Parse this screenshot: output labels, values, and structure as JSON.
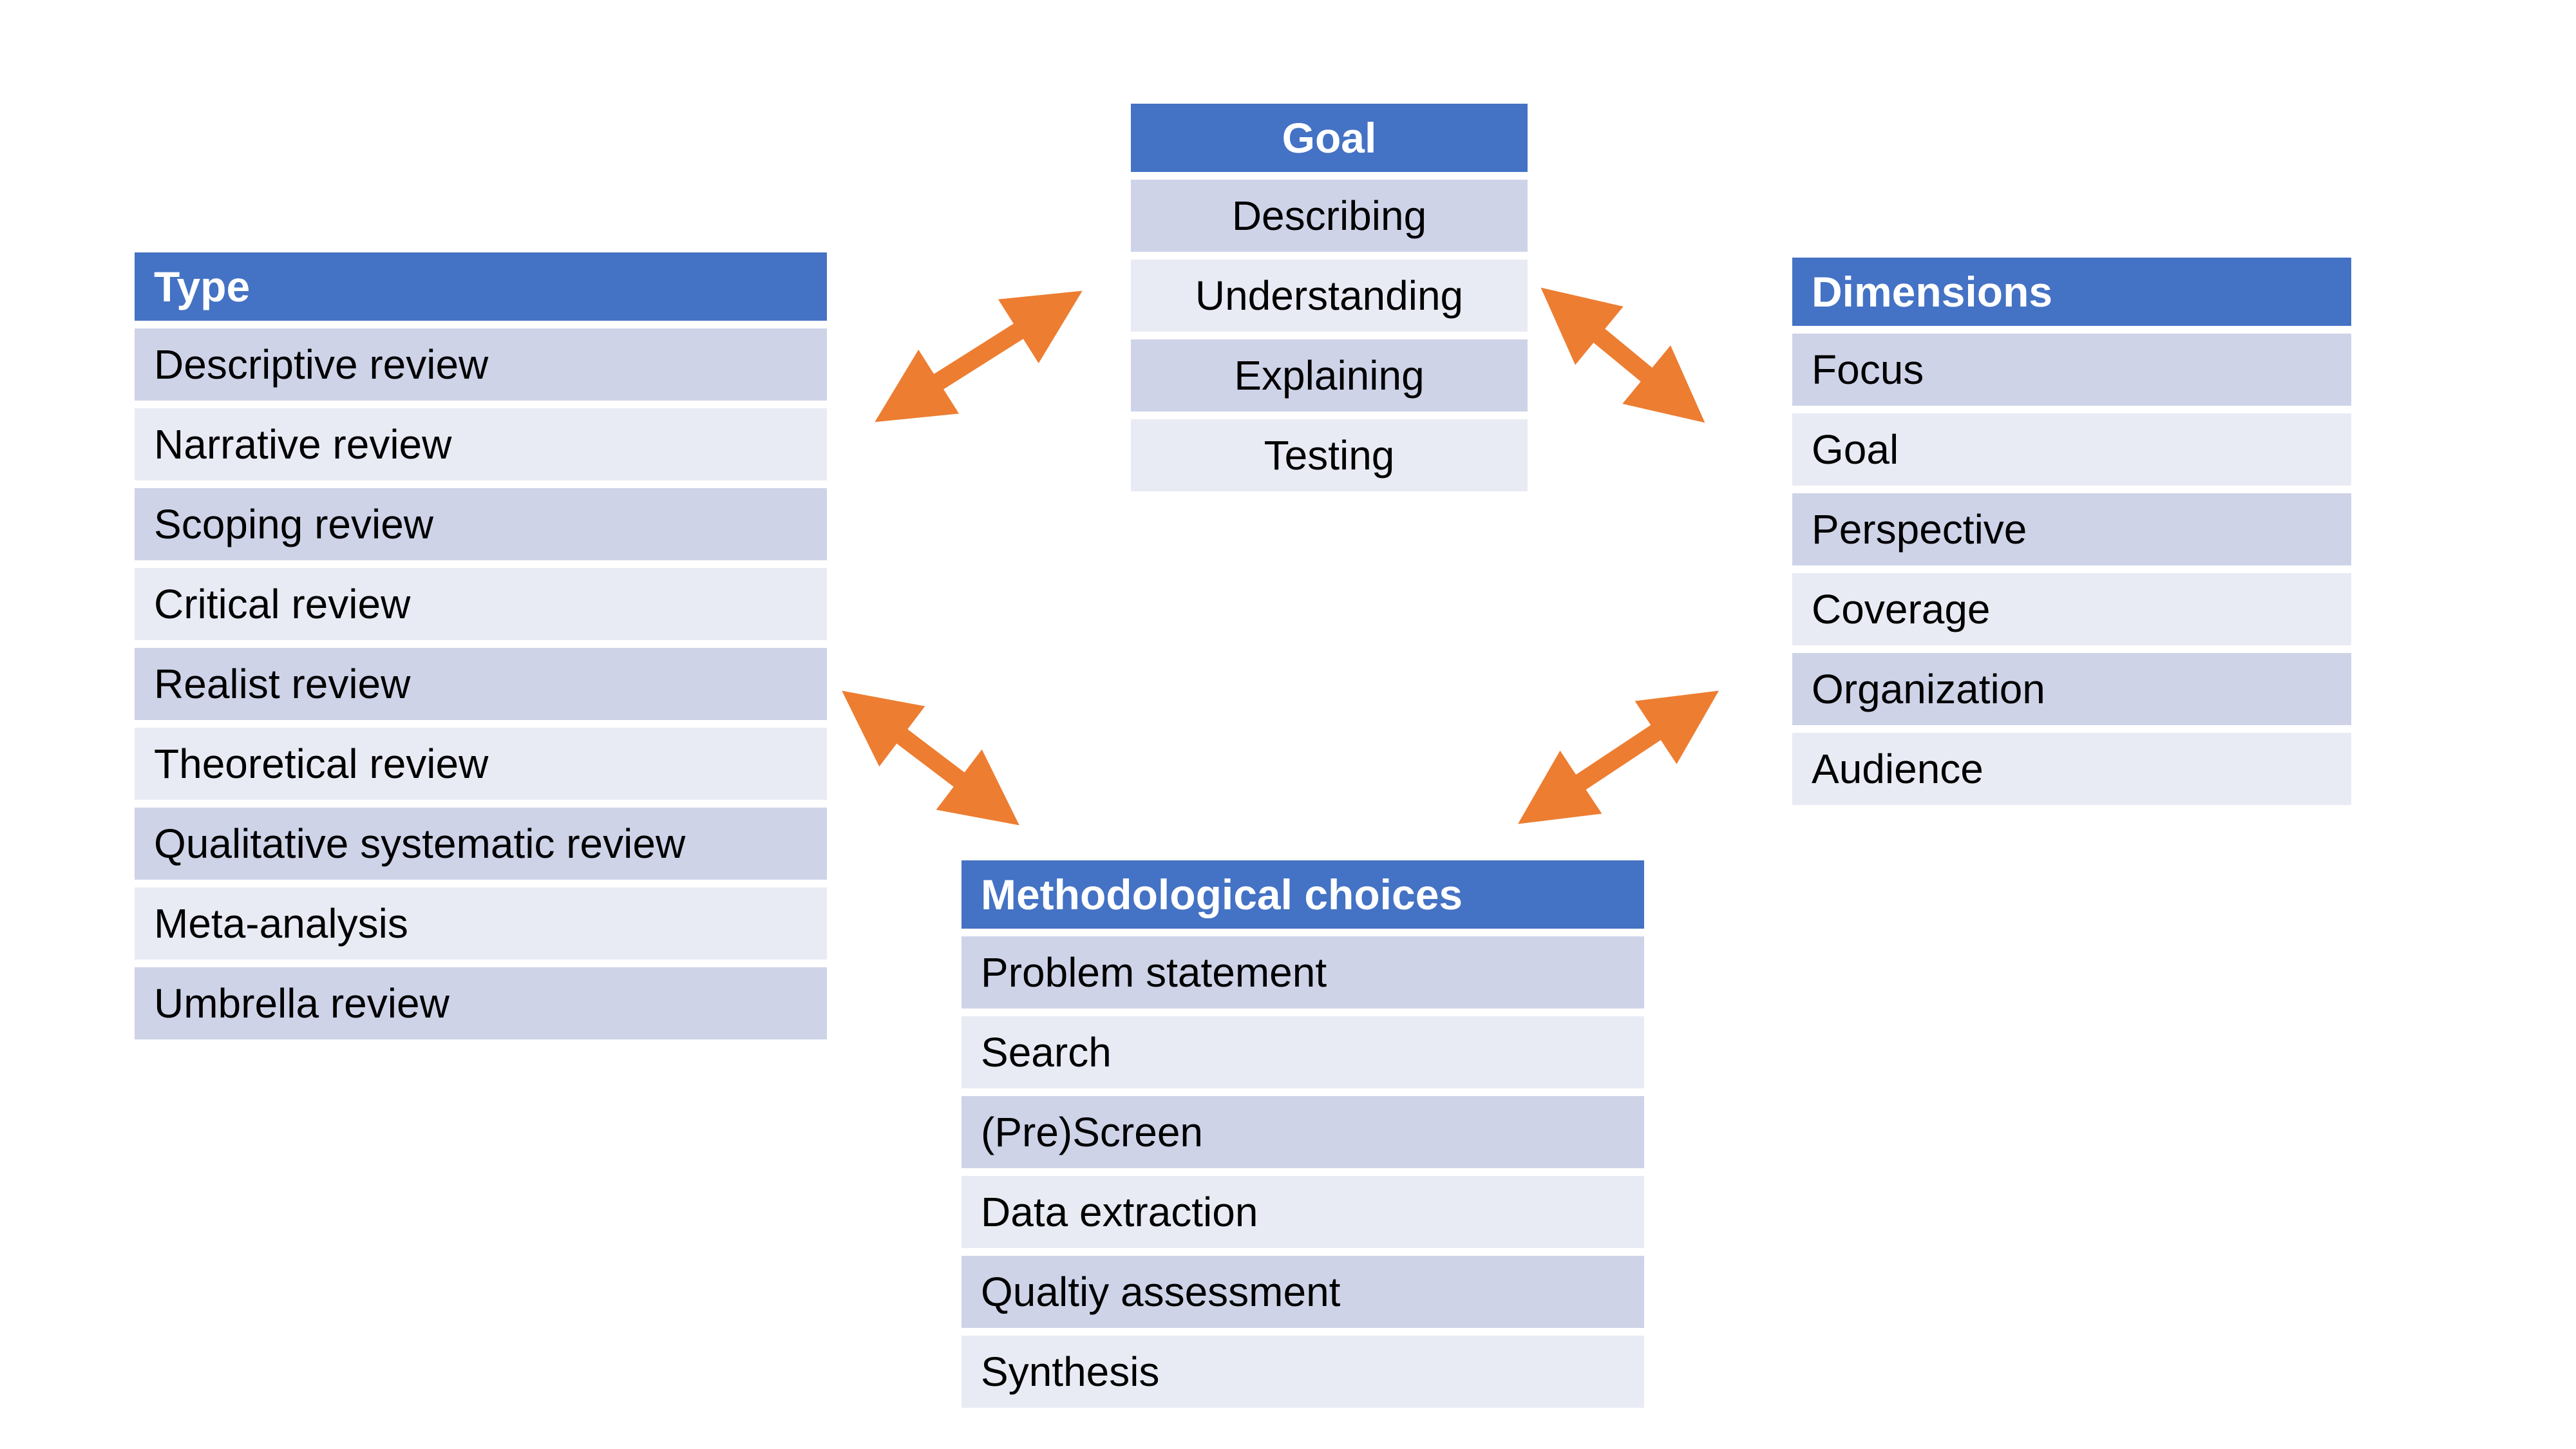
{
  "colors": {
    "header_bg": "#4472C4",
    "header_text": "#FFFFFF",
    "row_dark": "#CED3E8",
    "row_light": "#E9EBF4",
    "row_text": "#000000",
    "arrow": "#ED7D31",
    "background": "#FFFFFF"
  },
  "tables": {
    "type": {
      "title": "Type",
      "rows": [
        "Descriptive review",
        "Narrative review",
        "Scoping review",
        "Critical review",
        "Realist review",
        "Theoretical review",
        "Qualitative systematic review",
        "Meta-analysis",
        "Umbrella review"
      ]
    },
    "goal": {
      "title": "Goal",
      "rows": [
        "Describing",
        "Understanding",
        "Explaining",
        "Testing"
      ]
    },
    "dimensions": {
      "title": "Dimensions",
      "rows": [
        "Focus",
        "Goal",
        "Perspective",
        "Coverage",
        "Organization",
        "Audience"
      ]
    },
    "methodological": {
      "title": "Methodological choices",
      "rows": [
        "Problem statement",
        "Search",
        "(Pre)Screen",
        "Data extraction",
        "Qualtiy assessment",
        "Synthesis"
      ]
    }
  },
  "arrows": [
    {
      "name": "type-goal-arrow"
    },
    {
      "name": "goal-dimensions-arrow"
    },
    {
      "name": "type-methodological-arrow"
    },
    {
      "name": "methodological-dimensions-arrow"
    }
  ]
}
